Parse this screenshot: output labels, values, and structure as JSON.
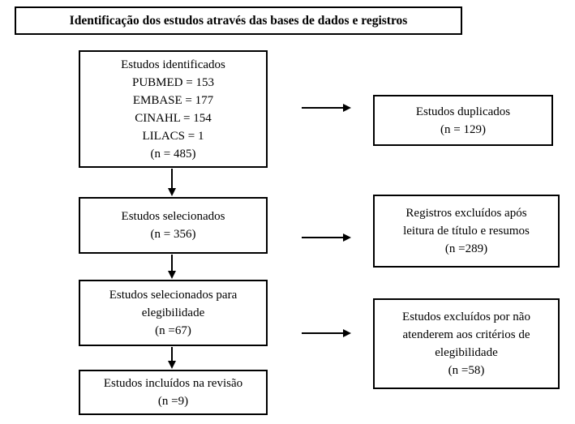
{
  "title": "Identificação dos estudos através das bases de dados e registros",
  "flow": {
    "identified": {
      "lines": [
        "Estudos identificados",
        "PUBMED = 153",
        "EMBASE = 177",
        "CINAHL = 154",
        "LILACS = 1",
        "(n = 485)"
      ]
    },
    "screened": {
      "lines": [
        "Estudos selecionados",
        "(n = 356)"
      ]
    },
    "eligibility": {
      "lines": [
        "Estudos selecionados para",
        "elegibilidade",
        "(n =67)"
      ]
    },
    "included": {
      "lines": [
        "Estudos incluídos na revisão",
        "(n =9)"
      ]
    },
    "duplicates": {
      "lines": [
        "Estudos duplicados",
        "(n = 129)"
      ]
    },
    "excluded_title_abstract": {
      "lines": [
        "Registros excluídos após",
        "leitura de título e resumos",
        "(n =289)"
      ]
    },
    "excluded_eligibility": {
      "lines": [
        "Estudos excluídos por não",
        "atenderem aos critérios de",
        "elegibilidade",
        "(n =58)"
      ]
    }
  },
  "colors": {
    "border": "#000000",
    "background": "#ffffff",
    "text": "#000000"
  }
}
